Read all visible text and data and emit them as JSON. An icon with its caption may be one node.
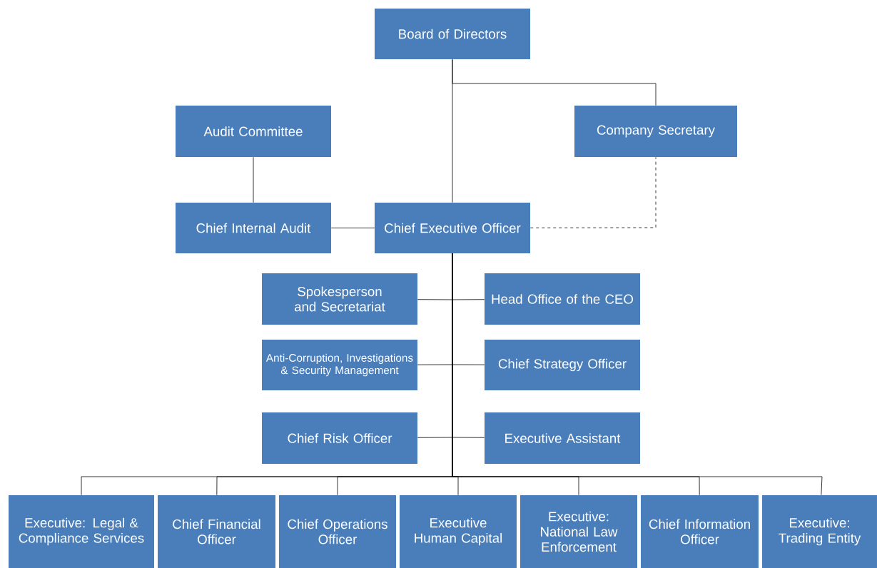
{
  "diagram": {
    "nodes": [
      {
        "text": [
          "Board of Directors"
        ]
      },
      {
        "text": [
          "Audit Committee"
        ]
      },
      {
        "text": [
          "Company Secretary"
        ]
      },
      {
        "text": [
          "Chief Internal Audit"
        ]
      },
      {
        "text": [
          "Chief Executive Officer"
        ]
      },
      {
        "text": [
          "Spokesperson and Secretariat"
        ]
      },
      {
        "text": [
          "Head Office of the CEO"
        ]
      },
      {
        "text": [
          "Anti-Corruption, Investigations & Security Management"
        ]
      },
      {
        "text": [
          "Chief Strategy Officer"
        ]
      },
      {
        "text": [
          "Chief Risk Officer"
        ]
      },
      {
        "text": [
          "Executive Assistant"
        ]
      },
      {
        "text": [
          "Executive: Legal & Compliance Services"
        ]
      },
      {
        "text": [
          "Chief Financial Officer"
        ]
      },
      {
        "text": [
          "Chief Operations Officer"
        ]
      },
      {
        "text": [
          "Executive Human Capital"
        ]
      },
      {
        "text": [
          "Executive: National Law Enforcement"
        ]
      },
      {
        "text": [
          "Chief Information Officer"
        ]
      },
      {
        "text": [
          "Executive: Trading Entity"
        ]
      }
    ],
    "edges": [
      {
        "from": 0,
        "to": 4,
        "arrow": "none"
      },
      {
        "from": 0,
        "to": 2,
        "arrow": "none"
      },
      {
        "from": 1,
        "to": 3,
        "arrow": "none"
      },
      {
        "from": 3,
        "to": 4,
        "arrow": "none"
      },
      {
        "from": 4,
        "to": 2,
        "arrow": "none",
        "style": "dashed"
      },
      {
        "from": 4,
        "to": 5,
        "arrow": "none"
      },
      {
        "from": 4,
        "to": 6,
        "arrow": "none"
      },
      {
        "from": 4,
        "to": 7,
        "arrow": "none"
      },
      {
        "from": 4,
        "to": 8,
        "arrow": "none"
      },
      {
        "from": 4,
        "to": 9,
        "arrow": "none"
      },
      {
        "from": 4,
        "to": 10,
        "arrow": "none"
      },
      {
        "from": 4,
        "to": 11,
        "arrow": "none"
      },
      {
        "from": 4,
        "to": 12,
        "arrow": "none"
      },
      {
        "from": 4,
        "to": 13,
        "arrow": "none"
      },
      {
        "from": 4,
        "to": 14,
        "arrow": "none"
      },
      {
        "from": 4,
        "to": 15,
        "arrow": "none"
      },
      {
        "from": 4,
        "to": 16,
        "arrow": "none"
      },
      {
        "from": 4,
        "to": 17,
        "arrow": "none"
      }
    ]
  }
}
